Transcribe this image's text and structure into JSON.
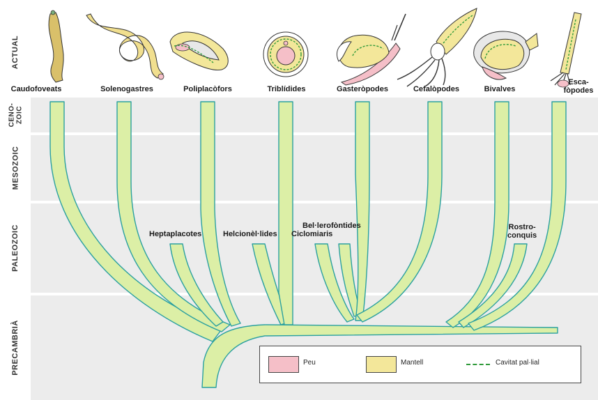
{
  "eras": [
    {
      "label": "ACTUAL"
    },
    {
      "label": "CENO-\nZOIC"
    },
    {
      "label": "MESOZOIC"
    },
    {
      "label": "PALEOZOIC"
    },
    {
      "label": "PRECAMBRIÀ"
    }
  ],
  "taxa": [
    {
      "label": "Caudofoveats"
    },
    {
      "label": "Solenogastres"
    },
    {
      "label": "Poliplacòfors"
    },
    {
      "label": "Triblídides"
    },
    {
      "label": "Gasteròpodes"
    },
    {
      "label": "Cefalòpodes"
    },
    {
      "label": "Bivalves"
    },
    {
      "label": "Esca-\nfòpodes"
    }
  ],
  "extinct_groups": [
    {
      "label": "Heptaplacotes"
    },
    {
      "label": "Helcionèl·lides"
    },
    {
      "label": "Bel·lerofòntides"
    },
    {
      "label": "Ciclomiaris"
    },
    {
      "label": "Rostro-\nconquis"
    }
  ],
  "legend": {
    "items": [
      {
        "label": "Peu",
        "color": "#f5bfc8"
      },
      {
        "label": "Mantell",
        "color": "#f3e79a"
      },
      {
        "label": "Cavitat pal·lial",
        "color": "#2f9a3a"
      }
    ]
  },
  "colors": {
    "branch_fill": "#dcefa6",
    "branch_stroke": "#2aa0a0",
    "band": "#ececec"
  }
}
